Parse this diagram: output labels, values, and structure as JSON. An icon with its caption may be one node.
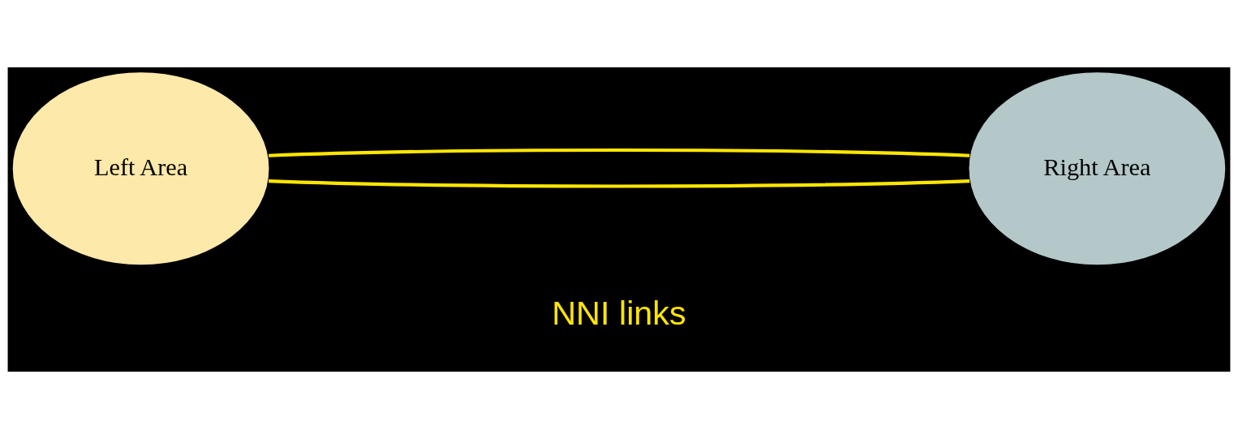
{
  "diagram": {
    "nodes": [
      {
        "text": [
          "Left Area"
        ]
      },
      {
        "text": [
          "Right Area"
        ]
      }
    ],
    "edges": [
      {
        "from": 0,
        "to": 1,
        "arrow": "none"
      },
      {
        "from": 0,
        "to": 1,
        "arrow": "none"
      }
    ],
    "labels": [
      "NNI links"
    ]
  }
}
